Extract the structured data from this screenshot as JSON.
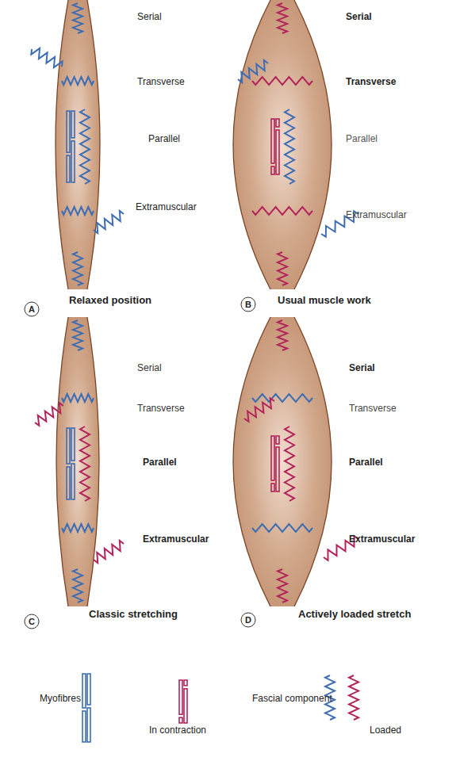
{
  "diagram": {
    "nodes": [
      {
        "text": [
          "A"
        ]
      },
      {
        "text": [
          "B"
        ]
      },
      {
        "text": [
          "C"
        ]
      },
      {
        "text": [
          "D"
        ]
      }
    ],
    "labels": [
      "Serial",
      "Transverse",
      "Parallel",
      "Extramuscular",
      "Serial",
      "Transverse",
      "Parallel",
      "Extramuscular",
      "Relaxed position",
      "Usual muscle work",
      "Serial",
      "Transverse",
      "Parallel",
      "Extramuscular",
      "Serial",
      "Transverse",
      "Parallel",
      "Extramuscular",
      "Classic stretching",
      "Actively loaded stretch"
    ],
    "legend": [
      {
        "text": "Myofibres"
      },
      {
        "text": "In contraction"
      },
      {
        "text": "Fascial component"
      },
      {
        "text": "Loaded"
      }
    ]
  }
}
